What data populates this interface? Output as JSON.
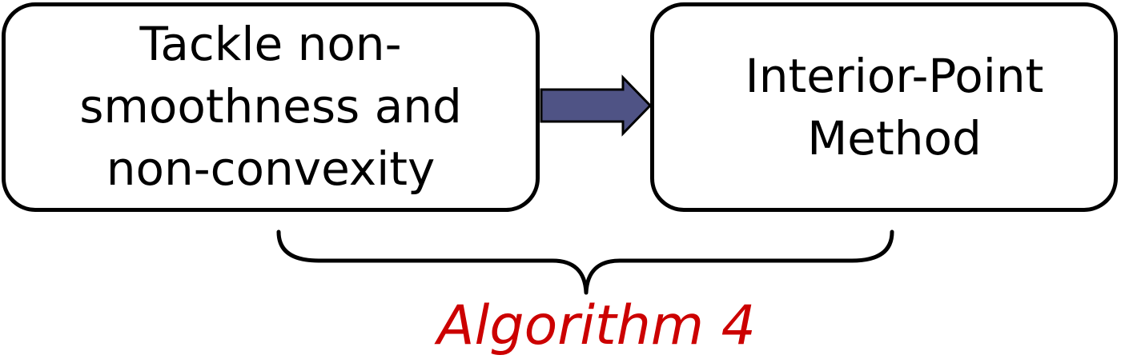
{
  "diagram": {
    "left_box": {
      "text": "Tackle non-\nsmoothness and\nnon-convexity"
    },
    "right_box": {
      "text": "Interior-Point\nMethod"
    },
    "brace_label": {
      "text": "Algorithm 4",
      "color": "#cc0000"
    },
    "arrow": {
      "fill": "#4f5385",
      "stroke": "#000000"
    }
  }
}
